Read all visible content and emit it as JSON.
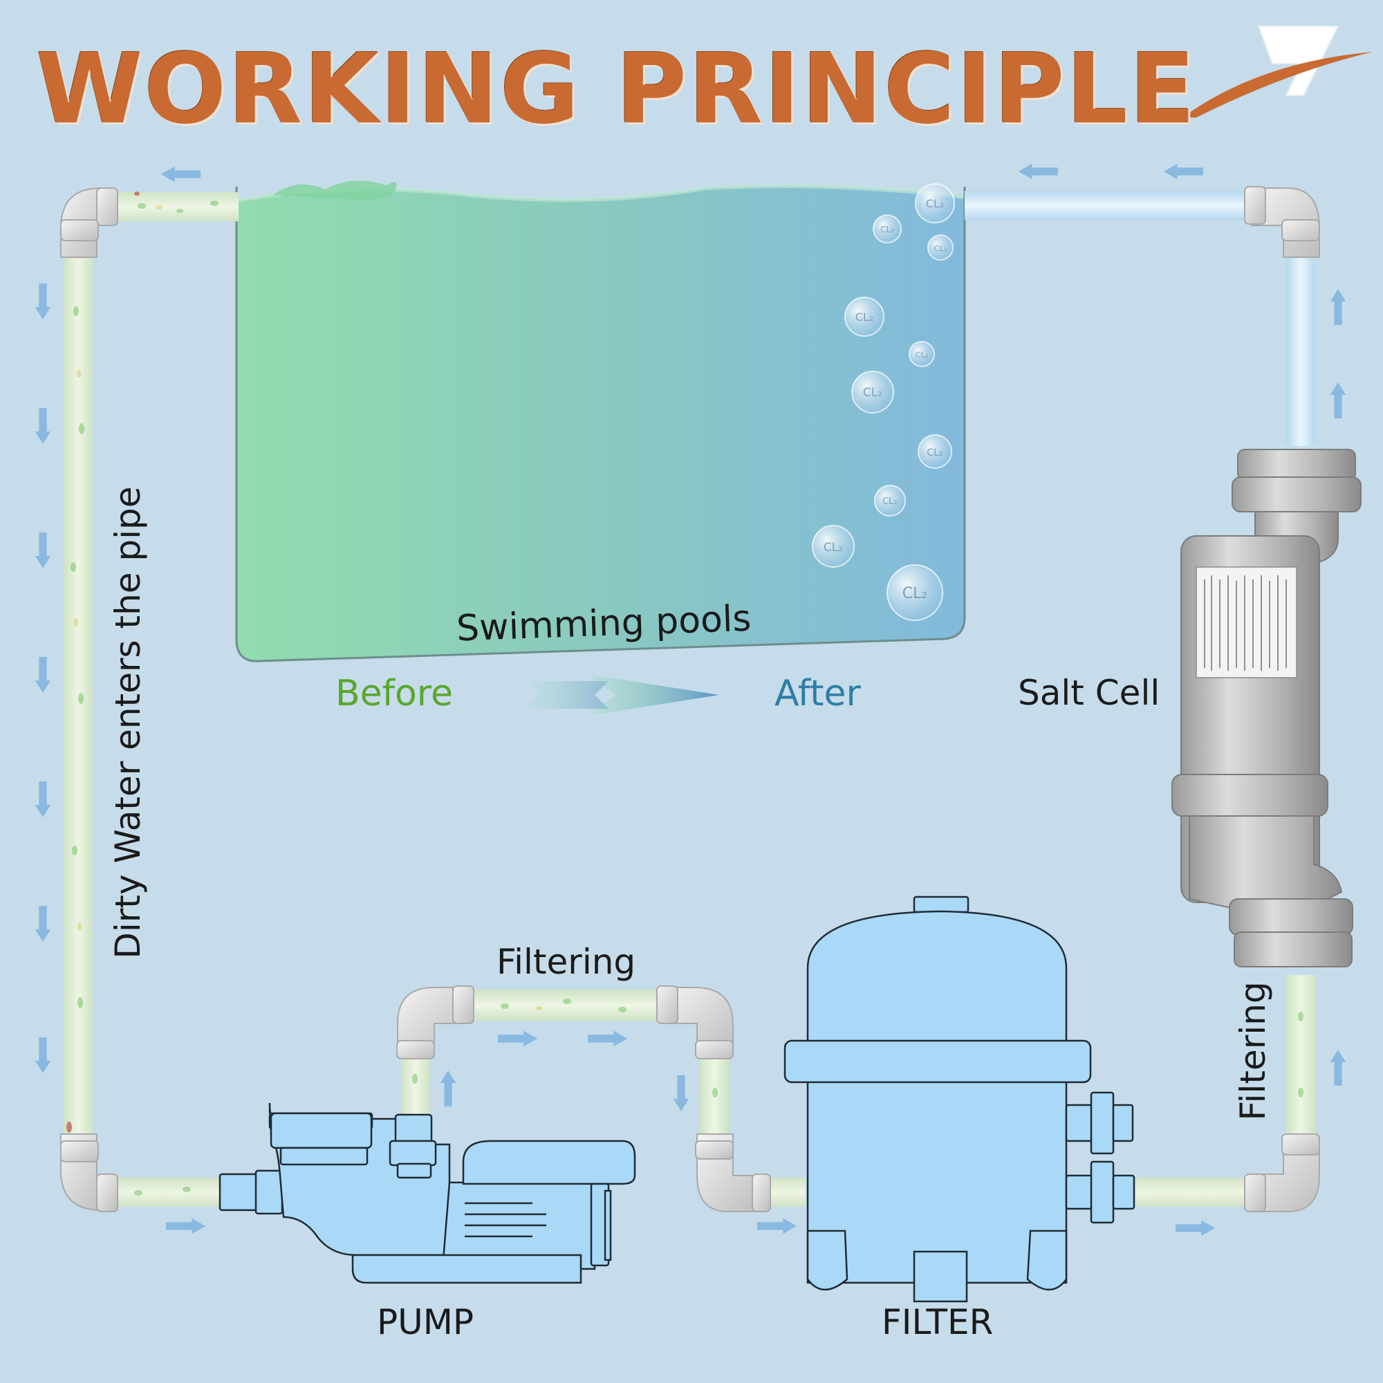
{
  "title": "WORKING PRINCIPLE",
  "pool": {
    "label": "Swimming pools",
    "bubble_text": "CL₂"
  },
  "states": {
    "before": "Before",
    "after": "After"
  },
  "components": {
    "salt_cell": "Salt Cell",
    "pump": "PUMP",
    "filter": "FILTER"
  },
  "flow_labels": {
    "dirty_water": "Dirty Water enters the pipe",
    "filtering_top": "Filtering",
    "filtering_right": "Filtering"
  },
  "colors": {
    "title": "#c96a33",
    "before": "#5aa72d",
    "after": "#2e7ea6",
    "equipment": "#a9d9f7",
    "background": "#c6dcea",
    "arrow": "#7fb2e0"
  },
  "icons": {
    "logo": "brand-logo-icon",
    "flow_arrow": "flow-arrow-icon",
    "bubble": "chlorine-bubble-icon"
  }
}
